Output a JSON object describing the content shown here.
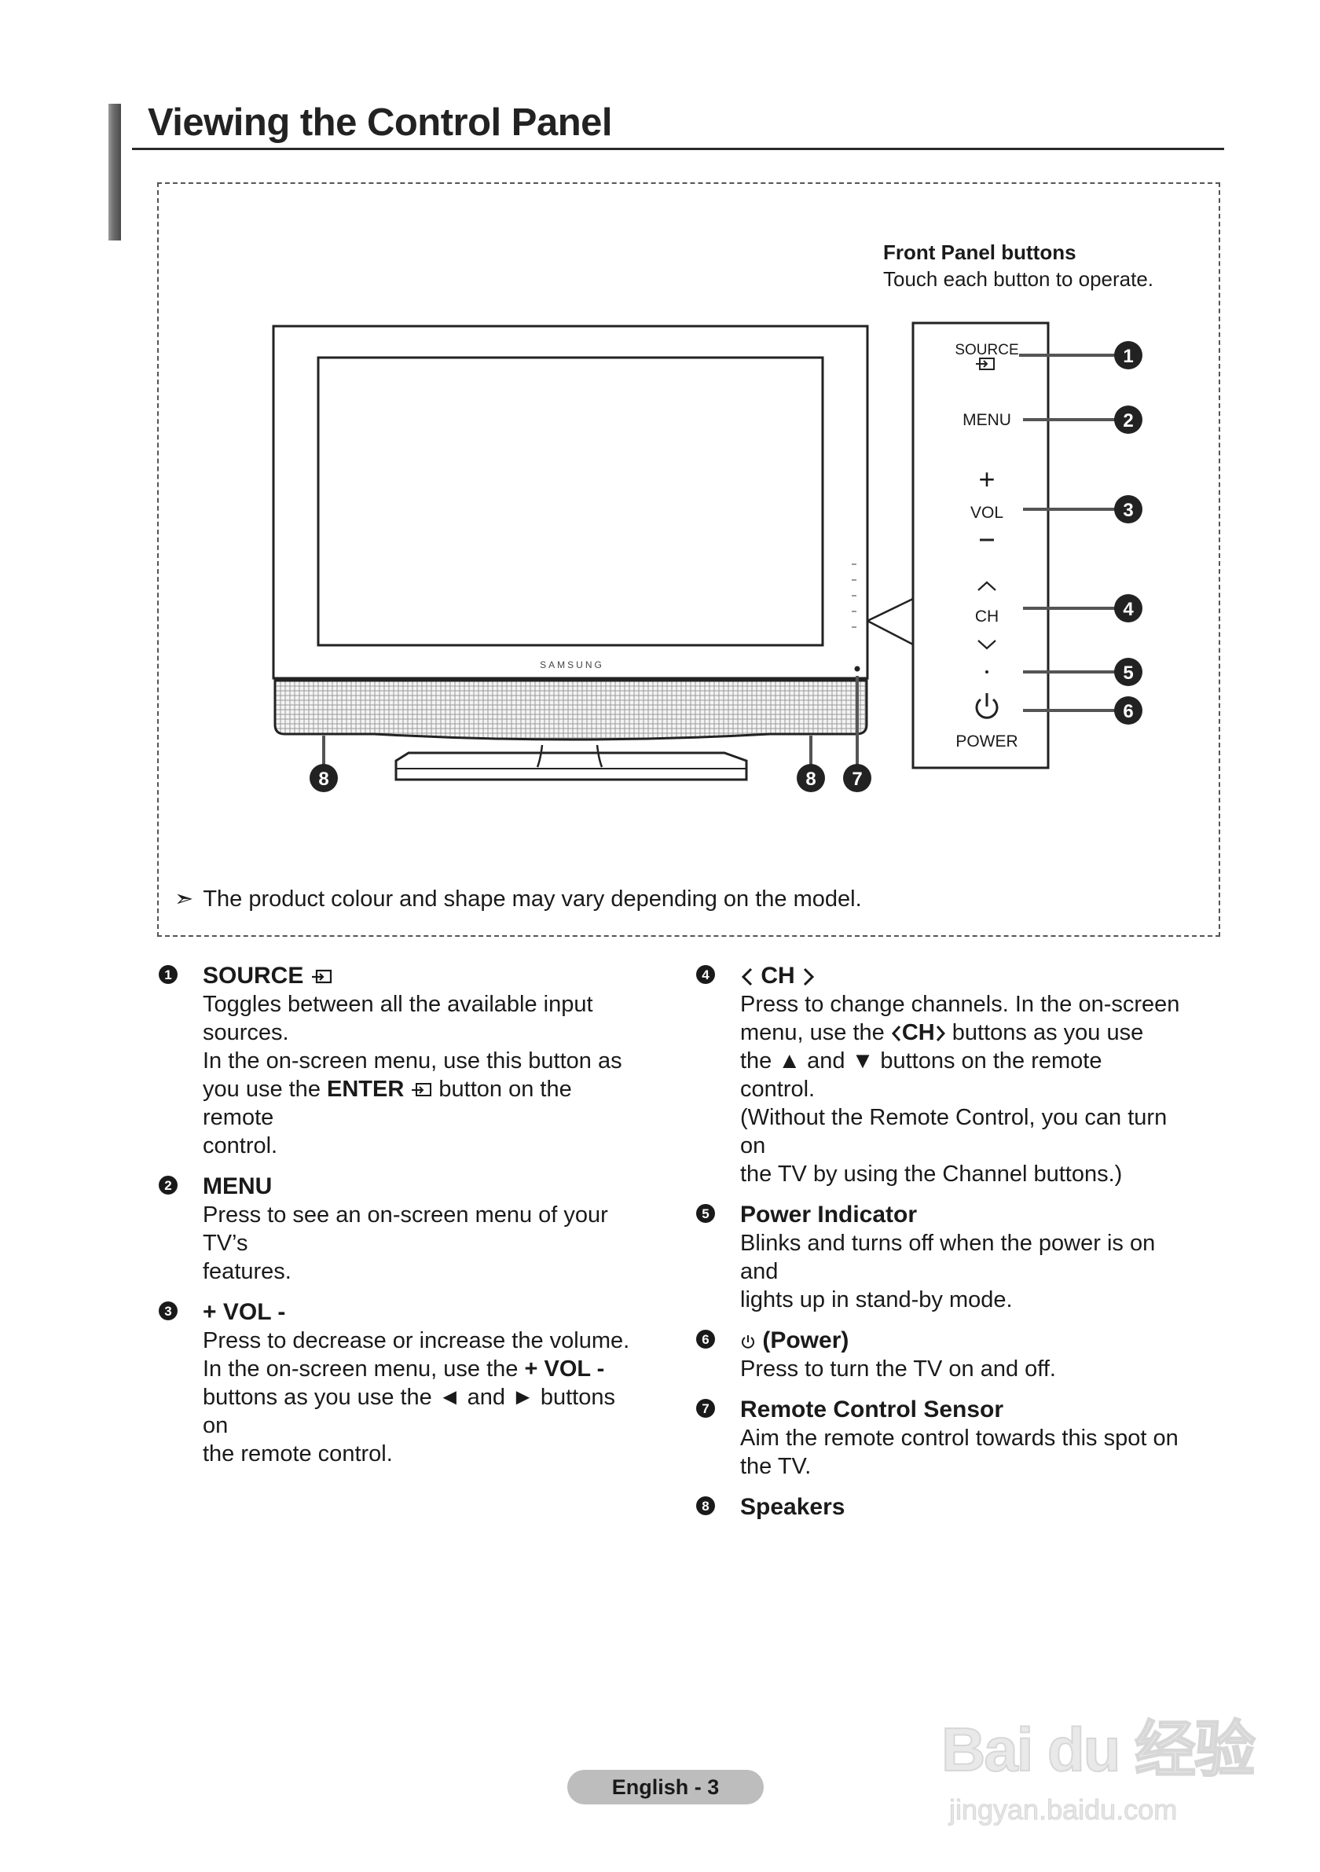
{
  "page": {
    "title": "Viewing the Control Panel",
    "front_panel_title": "Front Panel buttons",
    "front_panel_subtitle": "Touch each button to operate.",
    "note": "The product colour and shape may vary depending on the model.",
    "footer": "English - 3"
  },
  "diagram": {
    "brand": "SAMSUNG",
    "buttons": {
      "source": "SOURCE",
      "menu": "MENU",
      "vol": "VOL",
      "ch": "CH",
      "power": "POWER"
    },
    "callouts": [
      "1",
      "2",
      "3",
      "4",
      "5",
      "6",
      "7",
      "8"
    ]
  },
  "items": [
    {
      "num": "1",
      "title": "SOURCE",
      "body_lines": [
        "Toggles between all the available input",
        "sources.",
        "In the on-screen menu, use this button as",
        "you use the ENTER button on the remote",
        "control."
      ]
    },
    {
      "num": "2",
      "title": "MENU",
      "body_lines": [
        "Press to see an on-screen menu of your TV’s",
        "features."
      ]
    },
    {
      "num": "3",
      "title": "+ VOL -",
      "body_lines": [
        "Press to decrease or increase the volume.",
        "In the on-screen menu, use the + VOL -",
        "buttons as you use the ◄ and ► buttons on",
        "the remote control."
      ]
    },
    {
      "num": "4",
      "title": "CH",
      "body_lines": [
        "Press to change channels. In the on-screen",
        "menu, use the CH buttons as you use",
        "the ▲ and ▼ buttons on the remote control.",
        "(Without the Remote Control, you can turn on",
        "the TV by using the Channel buttons.)"
      ]
    },
    {
      "num": "5",
      "title": "Power Indicator",
      "body_lines": [
        "Blinks and turns off when the power is on and",
        "lights up in stand-by mode."
      ]
    },
    {
      "num": "6",
      "title": "(Power)",
      "body_lines": [
        "Press to turn the TV on and off."
      ]
    },
    {
      "num": "7",
      "title": "Remote Control Sensor",
      "body_lines": [
        "Aim the remote control towards this spot on",
        "the TV."
      ]
    },
    {
      "num": "8",
      "title": "Speakers",
      "body_lines": []
    }
  ],
  "bold_terms": {
    "enter": "ENTER",
    "vol": "+ VOL -",
    "ch": "CH"
  },
  "watermark": {
    "logo": "Bai du 经验",
    "url": "jingyan.baidu.com"
  }
}
